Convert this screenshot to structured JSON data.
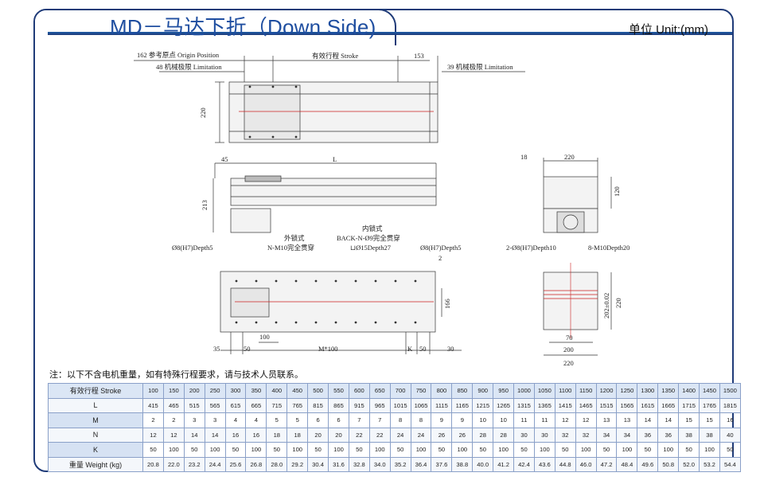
{
  "title": "MD－马达下折（Down Side)",
  "unit": "单位 Unit:(mm)",
  "drawing": {
    "top_view": {
      "origin_label": "162 参考原点 Origin Position",
      "limit_left": "48 机械极限 Limitation",
      "stroke_label": "有效行程 Stroke",
      "right_dim": "153",
      "limit_right": "39 机械极限 Limitation",
      "height_dim": "220"
    },
    "side_view": {
      "left_dim": "45",
      "length_dim": "L",
      "height_dim": "213"
    },
    "end_view_top": {
      "left_dim": "18",
      "width_dim": "220",
      "height_dim": "120"
    },
    "bottom_view": {
      "left_callout": "Ø8(H7)Depth5",
      "ext_lock": "外锁式",
      "ext_lock_spec": "N-M10完全贯穿",
      "int_lock": "内锁式",
      "int_lock_spec": "BACK-N-Ø9完全贯穿",
      "int_lock_cb": "⊔Ø15Depth27",
      "right_callout": "Ø8(H7)Depth5",
      "dim_2": "2",
      "dim_166": "166",
      "dim_100": "100",
      "dim_35": "35",
      "dim_50a": "50",
      "dim_m100": "M*100",
      "dim_k": "K",
      "dim_50b": "50",
      "dim_30": "30"
    },
    "end_view_bottom": {
      "left_callout": "2-Ø8(H7)Depth10",
      "right_callout": "8-M10Depth20",
      "dim_70": "70",
      "dim_200": "200",
      "dim_220w": "220",
      "dim_202": "202±0.02",
      "dim_220h": "220"
    }
  },
  "note": "注：以下不含电机重量，如有特殊行程要求，请与技术人员联系。",
  "table": {
    "row_labels": [
      "有效行程 Stroke",
      "L",
      "M",
      "N",
      "K",
      "重量 Weight (kg)"
    ],
    "stroke": [
      "100",
      "150",
      "200",
      "250",
      "300",
      "350",
      "400",
      "450",
      "500",
      "550",
      "600",
      "650",
      "700",
      "750",
      "800",
      "850",
      "900",
      "950",
      "1000",
      "1050",
      "1100",
      "1150",
      "1200",
      "1250",
      "1300",
      "1350",
      "1400",
      "1450",
      "1500"
    ],
    "L": [
      "415",
      "465",
      "515",
      "565",
      "615",
      "665",
      "715",
      "765",
      "815",
      "865",
      "915",
      "965",
      "1015",
      "1065",
      "1115",
      "1165",
      "1215",
      "1265",
      "1315",
      "1365",
      "1415",
      "1465",
      "1515",
      "1565",
      "1615",
      "1665",
      "1715",
      "1765",
      "1815"
    ],
    "M": [
      "2",
      "2",
      "3",
      "3",
      "4",
      "4",
      "5",
      "5",
      "6",
      "6",
      "7",
      "7",
      "8",
      "8",
      "9",
      "9",
      "10",
      "10",
      "11",
      "11",
      "12",
      "12",
      "13",
      "13",
      "14",
      "14",
      "15",
      "15",
      "16"
    ],
    "N": [
      "12",
      "12",
      "14",
      "14",
      "16",
      "16",
      "18",
      "18",
      "20",
      "20",
      "22",
      "22",
      "24",
      "24",
      "26",
      "26",
      "28",
      "28",
      "30",
      "30",
      "32",
      "32",
      "34",
      "34",
      "36",
      "36",
      "38",
      "38",
      "40"
    ],
    "K": [
      "50",
      "100",
      "50",
      "100",
      "50",
      "100",
      "50",
      "100",
      "50",
      "100",
      "50",
      "100",
      "50",
      "100",
      "50",
      "100",
      "50",
      "100",
      "50",
      "100",
      "50",
      "100",
      "50",
      "100",
      "50",
      "100",
      "50",
      "100",
      "50"
    ],
    "weight": [
      "20.8",
      "22.0",
      "23.2",
      "24.4",
      "25.6",
      "26.8",
      "28.0",
      "29.2",
      "30.4",
      "31.6",
      "32.8",
      "34.0",
      "35.2",
      "36.4",
      "37.6",
      "38.8",
      "40.0",
      "41.2",
      "42.4",
      "43.6",
      "44.8",
      "46.0",
      "47.2",
      "48.4",
      "49.6",
      "50.8",
      "52.0",
      "53.2",
      "54.4"
    ]
  }
}
